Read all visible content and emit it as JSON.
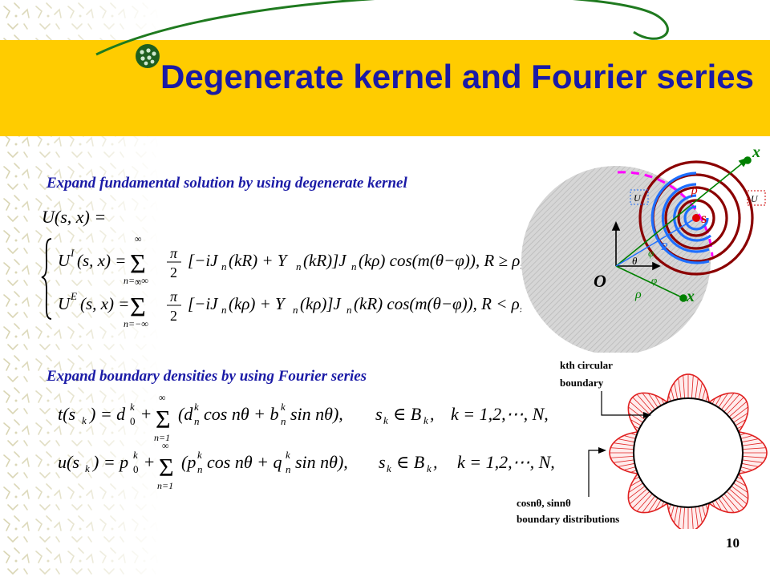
{
  "slide": {
    "title": "Degenerate kernel and Fourier series",
    "page_number": "10",
    "heading1": "Expand fundamental solution by using degenerate kernel",
    "heading2": "Expand boundary densities by using Fourier series"
  },
  "equations": {
    "u_def": "U(s, x) =",
    "u_interior": "U^I(s, x) = Σ_{n=−∞}^{∞} (π/2) [−iJ_n(kR) + Y_n(kR)] J_n(kρ) cos(m(θ−φ)), R ≥ ρ,",
    "u_exterior": "U^E(s, x) = Σ_{n=−∞}^{∞} (π/2) [−iJ_n(kρ) + Y_n(kρ)] J_n(kR) cos(m(θ−φ)), R < ρ,",
    "t_series": "t(s_k) = d_0^k + Σ_{n=1}^{∞} (d_n^k cos nθ + b_n^k sin nθ), s_k ∈ B_k, k = 1,2,⋯,N,",
    "u_series": "u(s_k) = p_0^k + Σ_{n=1}^{∞} (p_n^k cos nθ + q_n^k sin nθ), s_k ∈ B_k, k = 1,2,⋯,N,"
  },
  "diagram1": {
    "label_x_top": "x",
    "label_x_bottom": "x",
    "label_s": "s",
    "label_O": "O",
    "label_rho_top": "ρ",
    "label_rho_bottom": "ρ",
    "label_R": "R",
    "label_theta": "θ",
    "label_phi_top": "φ",
    "label_phi_bottom": "φ",
    "label_U_left": "U",
    "label_U_right": "U",
    "colors": {
      "disk": "#c8c8c8",
      "red_rings": "#8b0000",
      "blue_rings": "#1e6fff",
      "dash": "#ff00ff",
      "green": "#008000"
    }
  },
  "diagram2": {
    "label_top_line1": "kth circular",
    "label_top_line2": "boundary",
    "label_bottom_line1": "cosnθ, sinnθ",
    "label_bottom_line2": "boundary distributions",
    "colors": {
      "petals": "#e02020"
    }
  }
}
